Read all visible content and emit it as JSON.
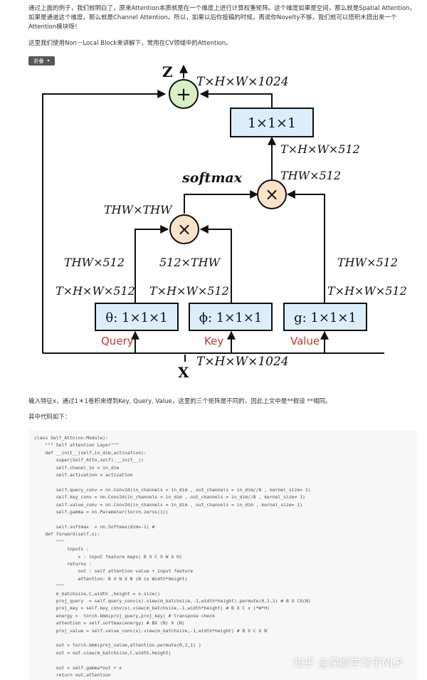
{
  "intro": {
    "line1": "通过上面的例子，我们就明白了，原来Attention本质就是在一个维度上进行计算权重矩阵。这个维度如果是空间，那么就是Spatial Attention，",
    "line2": "如果是通道这个维度，那么就是Channel Attention。所以，如果以后你投稿的时候，再说你Novelty不够，我们就可以搭积木搭出来一个",
    "line3": "Attention模块呀！"
  },
  "nonlocal_intro": "这里我们使用Non－Local Block来讲解下，常用在CV领域中的Attention。",
  "fold_button": {
    "label": "折叠"
  },
  "diagram": {
    "z_label": "Z",
    "x_label": "X",
    "top_dim": "T×H×W×1024",
    "conv_out_label": "1×1×1",
    "after_conv_dim": "T×H×W×512",
    "softmax_label": "softmax",
    "thw512_top": "THW×512",
    "thwxthw": "THW×THW",
    "theta_thw512": "THW×512",
    "phi_512thw": "512×THW",
    "g_thw512": "THW×512",
    "theta_in": "T×H×W×512",
    "phi_in": "T×H×W×512",
    "g_in": "T×H×W×512",
    "theta_box": "θ: 1×1×1",
    "phi_box": "ϕ: 1×1×1",
    "g_box": "g: 1×1×1",
    "query": "Query",
    "key": "Key",
    "value": "Value",
    "input_dim": "T×H×W×1024",
    "accent_color": "#c0392b",
    "box_fill": "#dceefa",
    "plus_fill": "#d9f0c4",
    "mult_fill": "#fbe3c9"
  },
  "input_desc": "输入特征x，通过1＊1卷积来得到Key, Query, Value，这里的三个矩阵是不同的，因此上文中是**假设 **相同。",
  "code_intro": "其中代码如下：",
  "code_lines": [
    "class Self_Attn(nn.Module):",
    "    \"\"\" Self attention Layer\"\"\"",
    "    def __init__(self,in_dim,activation):",
    "        super(Self_Attn,self).__init__()",
    "        self.chanel_in = in_dim",
    "        self.activation = activation",
    "",
    "        self.query_conv = nn.Conv2d(in_channels = in_dim , out_channels = in_dim//8 , kernel_size= 1)",
    "        self.key_conv = nn.Conv2d(in_channels = in_dim , out_channels = in_dim//8 , kernel_size= 1)",
    "        self.value_conv = nn.Conv2d(in_channels = in_dim , out_channels = in_dim , kernel_size= 1)",
    "        self.gamma = nn.Parameter(torch.zeros(1))",
    "",
    "        self.softmax  = nn.Softmax(dim=-1) #",
    "    def forward(self,x):",
    "        \"\"\"",
    "            inputs :",
    "                x : input feature maps( B X C X W X H)",
    "            returns :",
    "                out : self attention value + input feature",
    "                attention: B X N X N (N is Width*Height)",
    "        \"\"\"",
    "        m_batchsize,C,width ,height = x.size()",
    "        proj_query  = self.query_conv(x).view(m_batchsize,-1,width*height).permute(0,2,1) # B X CX(N)",
    "        proj_key = self.key_conv(x).view(m_batchsize,-1,width*height) # B X C x (*W*H)",
    "        energy =  torch.bmm(proj_query,proj_key) # transpose check",
    "        attention = self.softmax(energy) # BX (N) X (N)",
    "        proj_value = self.value_conv(x).view(m_batchsize,-1,width*height) # B X C X N",
    "",
    "        out = torch.bmm(proj_value,attention.permute(0,2,1) )",
    "        out = out.view(m_batchsize,C,width,height)",
    "",
    "        out = self.gamma*out + x",
    "        return out,attention"
  ],
  "watermark": "知乎 @深度学习于NLP"
}
